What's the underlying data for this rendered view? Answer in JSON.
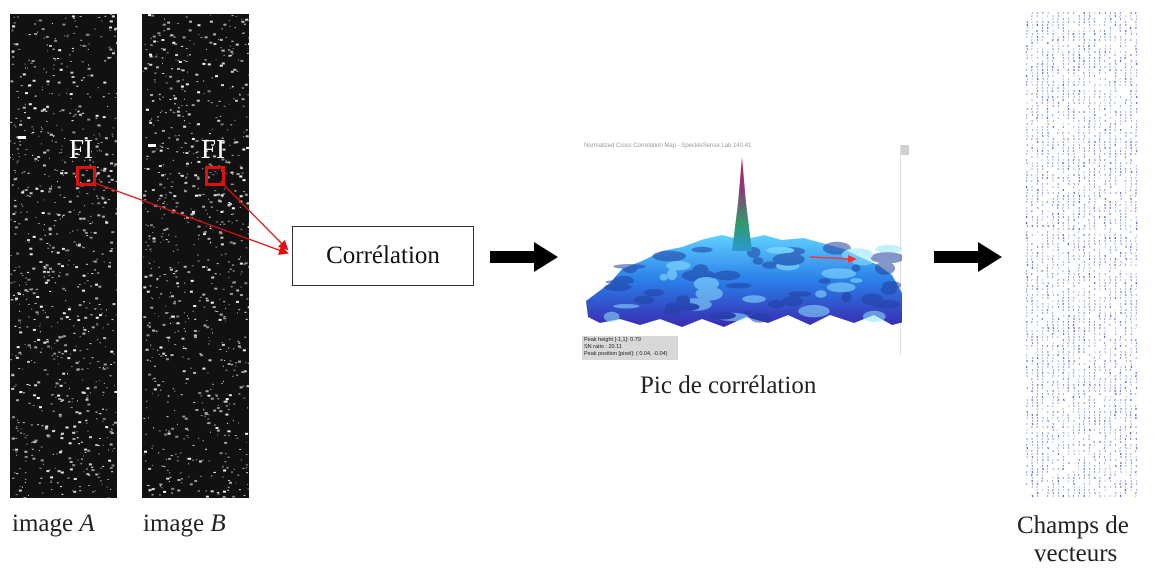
{
  "image_a": {
    "caption_prefix": "image ",
    "caption_var": "A",
    "window_label": "FI"
  },
  "image_b": {
    "caption_prefix": "image ",
    "caption_var": "B",
    "window_label": "FI"
  },
  "correlation_box": {
    "label": "Corrélation"
  },
  "correlation_map": {
    "title": "Normalized Cross Correlation Map - SpeckleSense Lab 140.41",
    "info_lines": [
      "Peak height [-1,1]: 0.79",
      "SN ratio : 20.11",
      "Peak position [pixel]: ( 0.04, -0.04)"
    ],
    "caption": "Pic de corrélation"
  },
  "vector_field": {
    "caption_line1": "Champs de",
    "caption_line2": "vecteurs"
  },
  "colors": {
    "arrow_red": "#e01010",
    "flow_arrow": "#000000",
    "particle_bg": "#111111",
    "vector_blue": "#4a5fc8"
  }
}
